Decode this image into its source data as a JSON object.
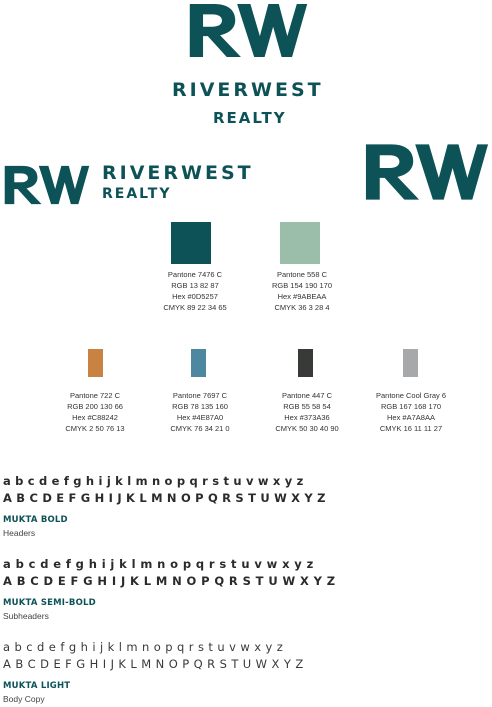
{
  "logo": {
    "monogram": "RW",
    "name_line1": "RIVERWEST",
    "name_line2": "REALTY"
  },
  "colors": {
    "primary": [
      {
        "name": "Pantone 7476 C",
        "rgb": "RGB 13 82 87",
        "hex_label": "Hex #0D5257",
        "cmyk": "CMYK 89 22 34 65",
        "hex": "#0D5257"
      },
      {
        "name": "Pantone 558 C",
        "rgb": "RGB 154 190 170",
        "hex_label": "Hex #9ABEAA",
        "cmyk": "CMYK 36 3 28 4",
        "hex": "#9ABEAA"
      }
    ],
    "secondary": [
      {
        "name": "Pantone 722 C",
        "rgb": "RGB 200 130 66",
        "hex_label": "Hex #C88242",
        "cmyk": "CMYK 2 50 76 13",
        "hex": "#C88242"
      },
      {
        "name": "Pantone 7697 C",
        "rgb": "RGB 78 135 160",
        "hex_label": "Hex #4E87A0",
        "cmyk": "CMYK 76 34 21 0",
        "hex": "#4E87A0"
      },
      {
        "name": "Pantone 447 C",
        "rgb": "RGB 55 58 54",
        "hex_label": "Hex #373A36",
        "cmyk": "CMYK 50 30 40 90",
        "hex": "#373A36"
      },
      {
        "name": "Pantone Cool Gray 6",
        "rgb": "RGB 167 168 170",
        "hex_label": "Hex #A7A8AA",
        "cmyk": "CMYK 16 11 11 27",
        "hex": "#A7A8AA"
      }
    ]
  },
  "typography": [
    {
      "lower": "a b c d e f g h i j k l m n o p q r s t u v w x y z",
      "upper": "A B C D E F G H I J K L M N O P Q R S T U W X Y Z",
      "font_name": "MUKTA BOLD",
      "usage": "Headers"
    },
    {
      "lower": "a b c d e f g h i j k l m n o p q r s t u v w x y z",
      "upper": "A B C D E F G H I J K L M N O P Q R S T U W X Y Z",
      "font_name": "MUKTA SEMI-BOLD",
      "usage": "Subheaders"
    },
    {
      "lower": "a b c d e f g h i j k l m n o p q r s t u v w x y z",
      "upper": "A B C D E F G H I J K L M N O P Q R S T U W X Y Z",
      "font_name": "MUKTA LIGHT",
      "usage": "Body Copy"
    }
  ]
}
